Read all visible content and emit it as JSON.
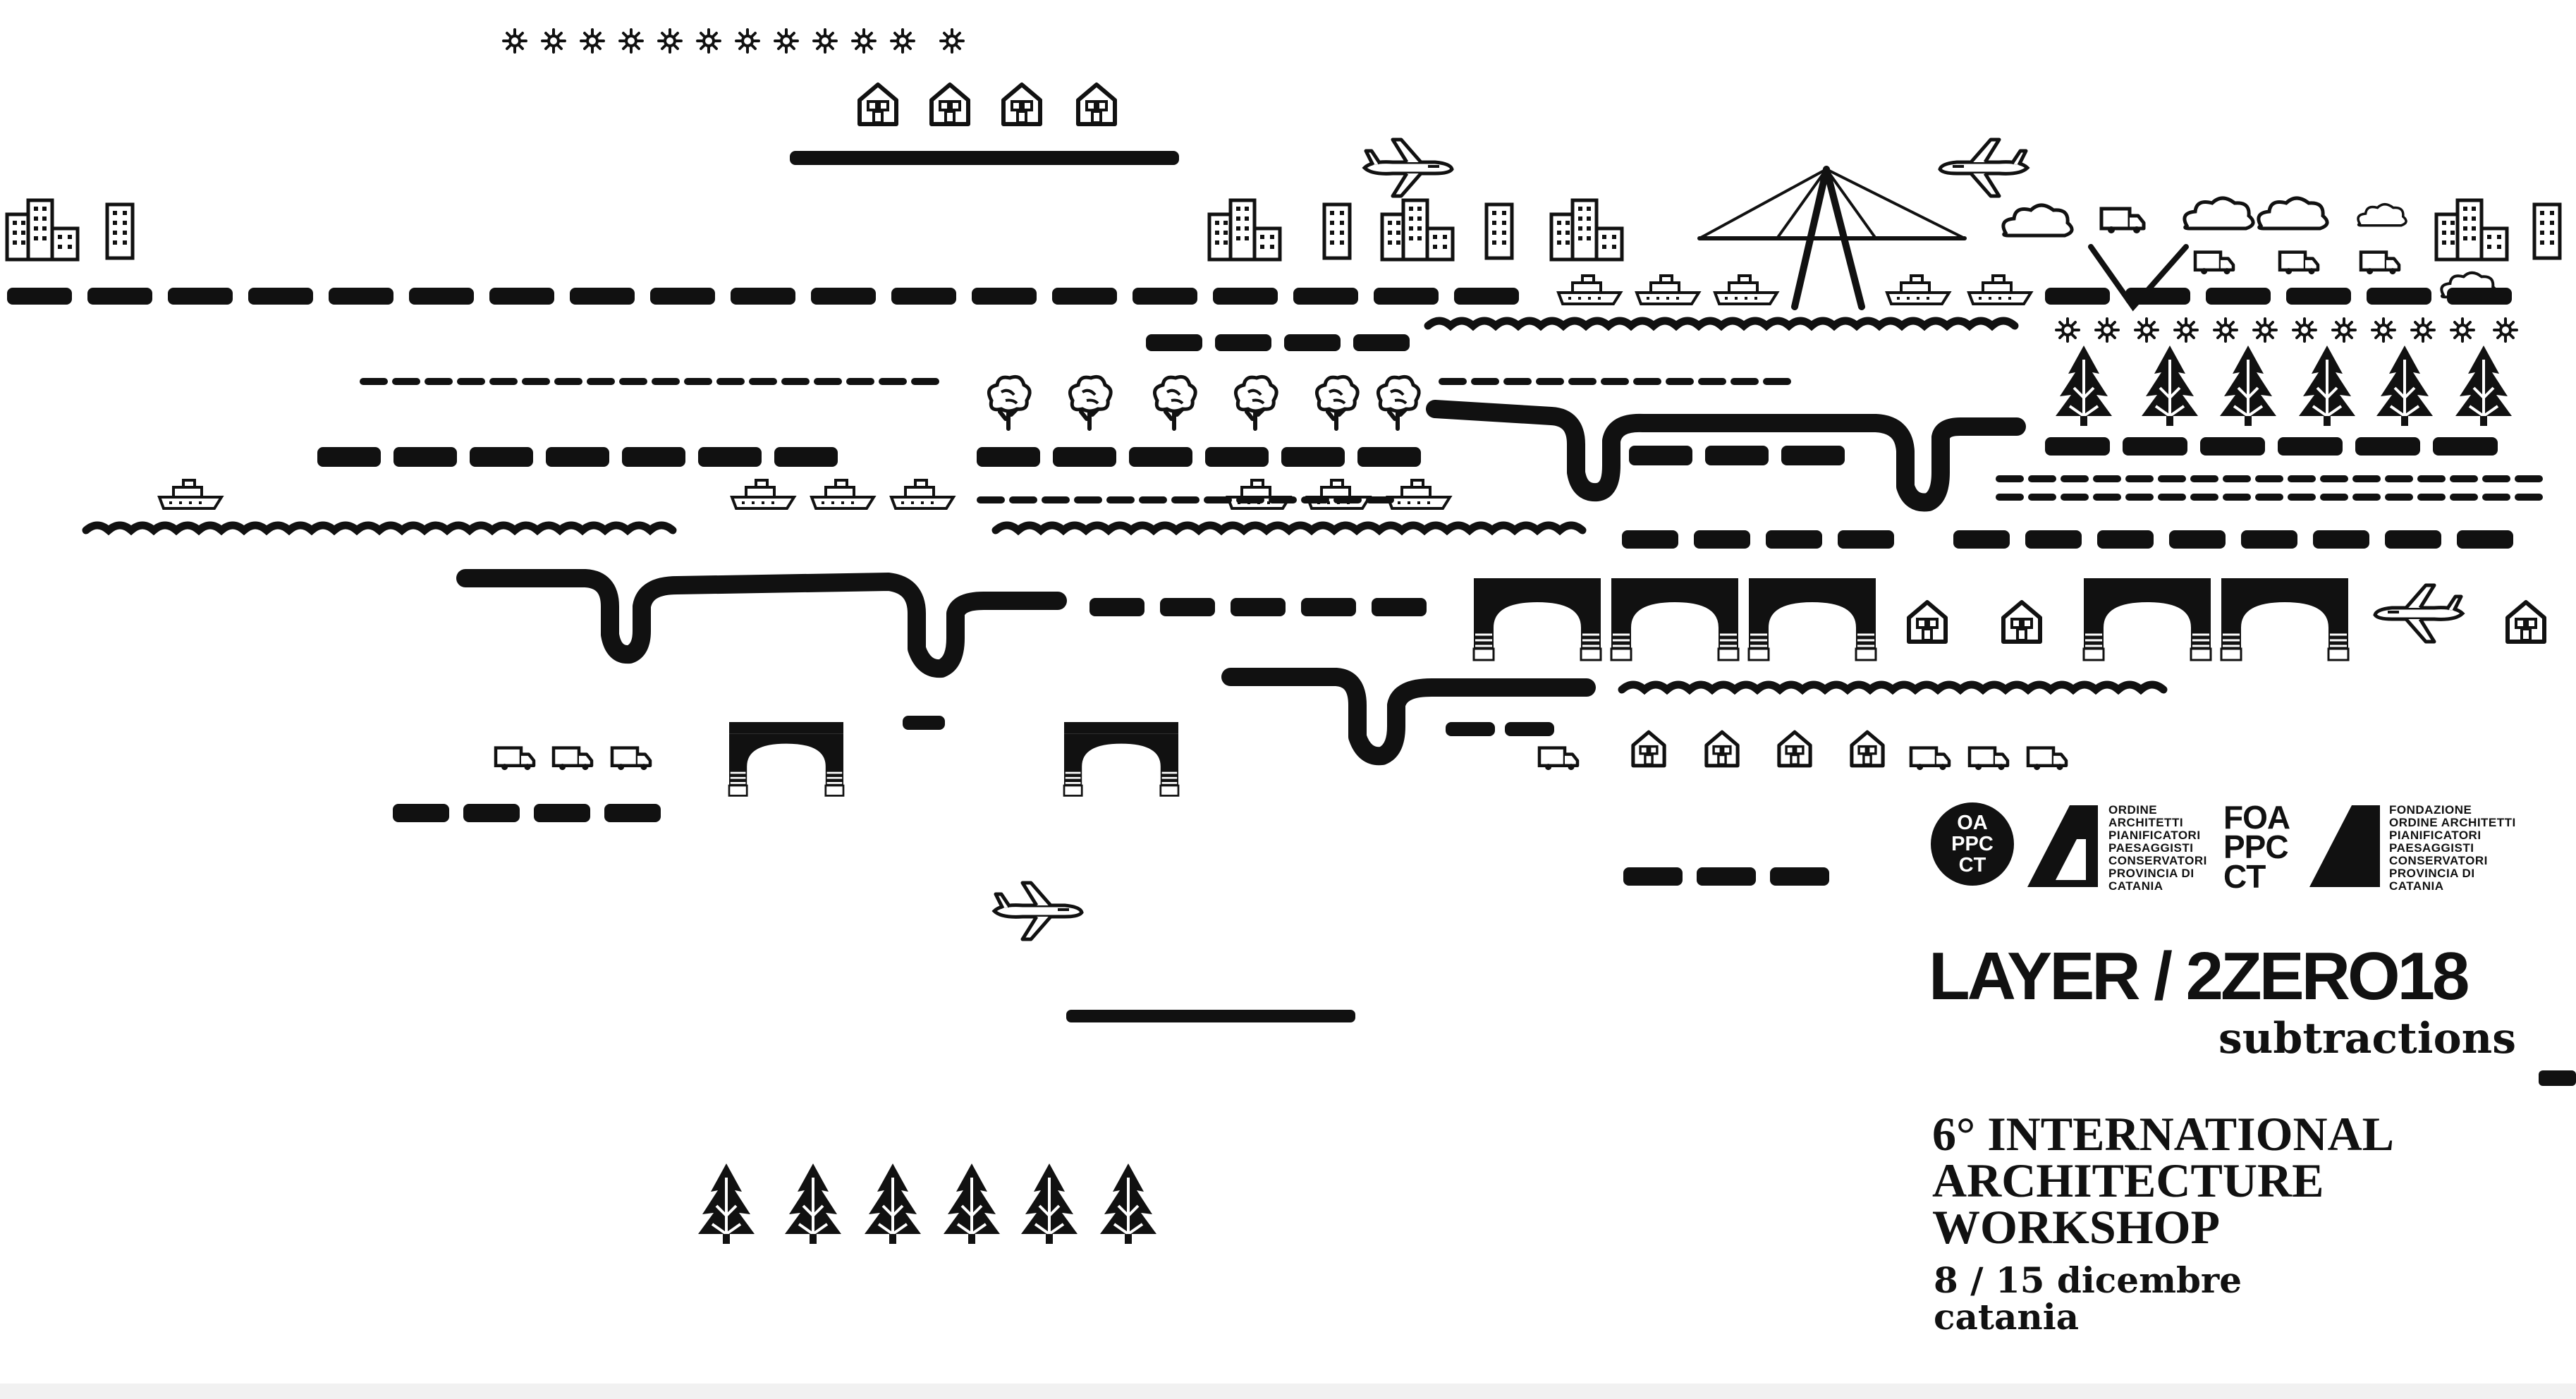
{
  "poster": {
    "title": "LAYER / 2ZERO18",
    "subtitle": "subtractions",
    "event_lines": [
      "6° INTERNATIONAL",
      "ARCHITECTURE",
      "WORKSHOP"
    ],
    "date_line": "8 / 15 dicembre",
    "city": "catania"
  },
  "logos": {
    "oappc": {
      "mark_lines": [
        "OA",
        "PPC",
        "CT"
      ],
      "text_lines": [
        "ORDINE",
        "ARCHITETTI",
        "PIANIFICATORI",
        "PAESAGGISTI",
        "CONSERVATORI",
        "PROVINCIA DI",
        "CATANIA"
      ]
    },
    "foappc": {
      "mark_lines": [
        "FOA",
        "PPC",
        "CT"
      ],
      "text_lines": [
        "FONDAZIONE",
        "ORDINE ARCHITETTI",
        "PIANIFICATORI",
        "PAESAGGISTI",
        "CONSERVATORI",
        "PROVINCIA DI",
        "CATANIA"
      ]
    }
  },
  "colors": {
    "ink": "#111111",
    "background": "#ffffff",
    "footer": "#f1f1f1"
  },
  "icons": [
    "flower-icon",
    "house-icon",
    "building-icon",
    "airplane-icon",
    "bridge-icon",
    "boat-icon",
    "wave-icon",
    "tree-icon",
    "pine-tree-icon",
    "truck-icon",
    "cloud-icon",
    "arch-viaduct-icon",
    "road-segment-icon",
    "river-channel-icon"
  ]
}
